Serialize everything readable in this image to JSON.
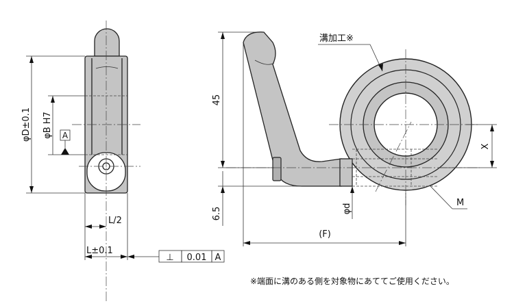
{
  "labels": {
    "dim_D": "φD±0.1",
    "dim_B": "φB H7",
    "datum": "A",
    "dim_L2": "L/2",
    "dim_L": "L±0.1",
    "tol_symbol": "⊥",
    "tol_value": "0.01",
    "tol_datum": "A",
    "dim_45": "45",
    "dim_65": "6.5",
    "dim_d": "φd",
    "dim_F": "(F)",
    "dim_X": "X",
    "label_M": "M",
    "groove": "溝加工※"
  },
  "note": "※端面に溝のある側を対象物にあててご使用ください。"
}
